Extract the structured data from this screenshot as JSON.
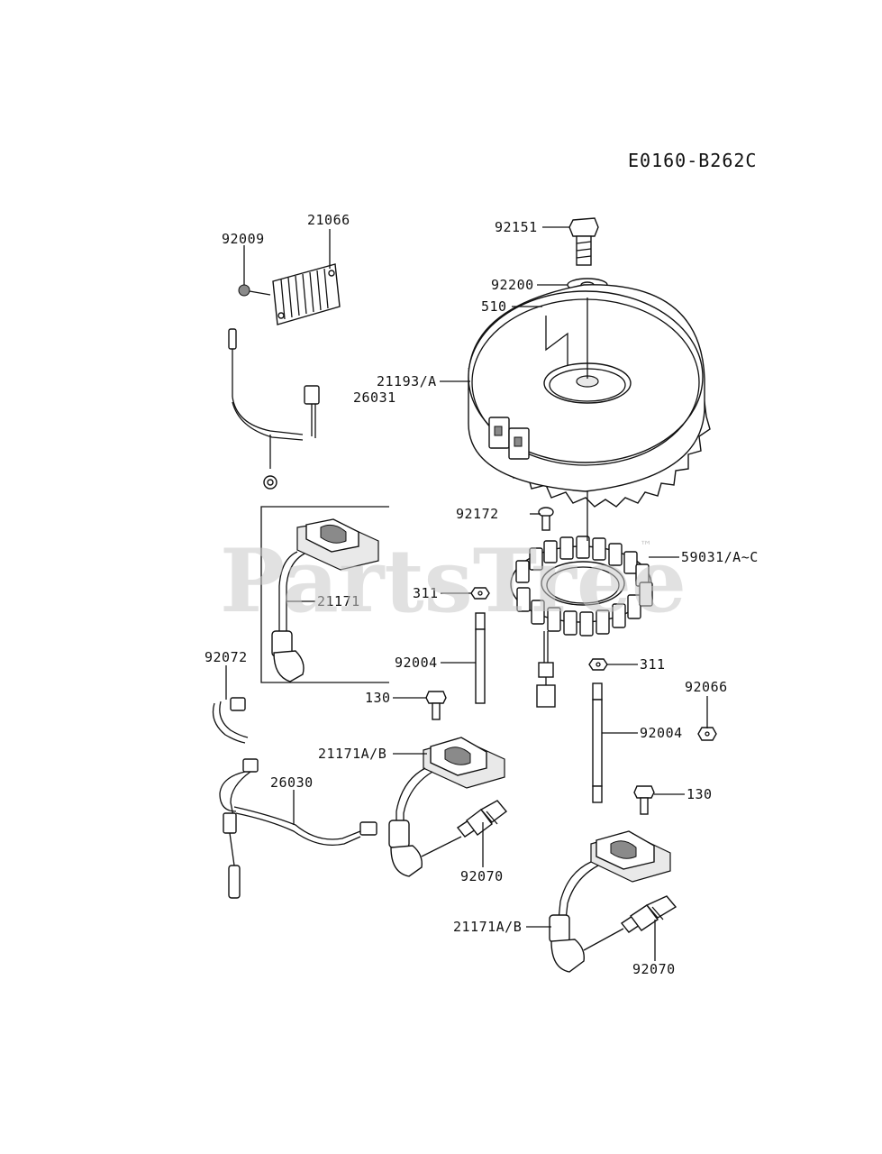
{
  "diagram": {
    "code": "E0160-B262C",
    "watermark": "PartsTree",
    "watermark_mark": "™",
    "callouts": {
      "p92009": "92009",
      "p21066": "21066",
      "p92151": "92151",
      "p92200": "92200",
      "p510": "510",
      "p21193": "21193/A",
      "p26031": "26031",
      "p92172": "92172",
      "p59031": "59031/A~C",
      "p21171": "21171",
      "p311a": "311",
      "p92072": "92072",
      "p92004a": "92004",
      "p311b": "311",
      "p92066": "92066",
      "p130a": "130",
      "p21171ab_a": "21171A/B",
      "p92004b": "92004",
      "p26030": "26030",
      "p130b": "130",
      "p92070a": "92070",
      "p21171ab_b": "21171A/B",
      "p92070b": "92070"
    }
  }
}
